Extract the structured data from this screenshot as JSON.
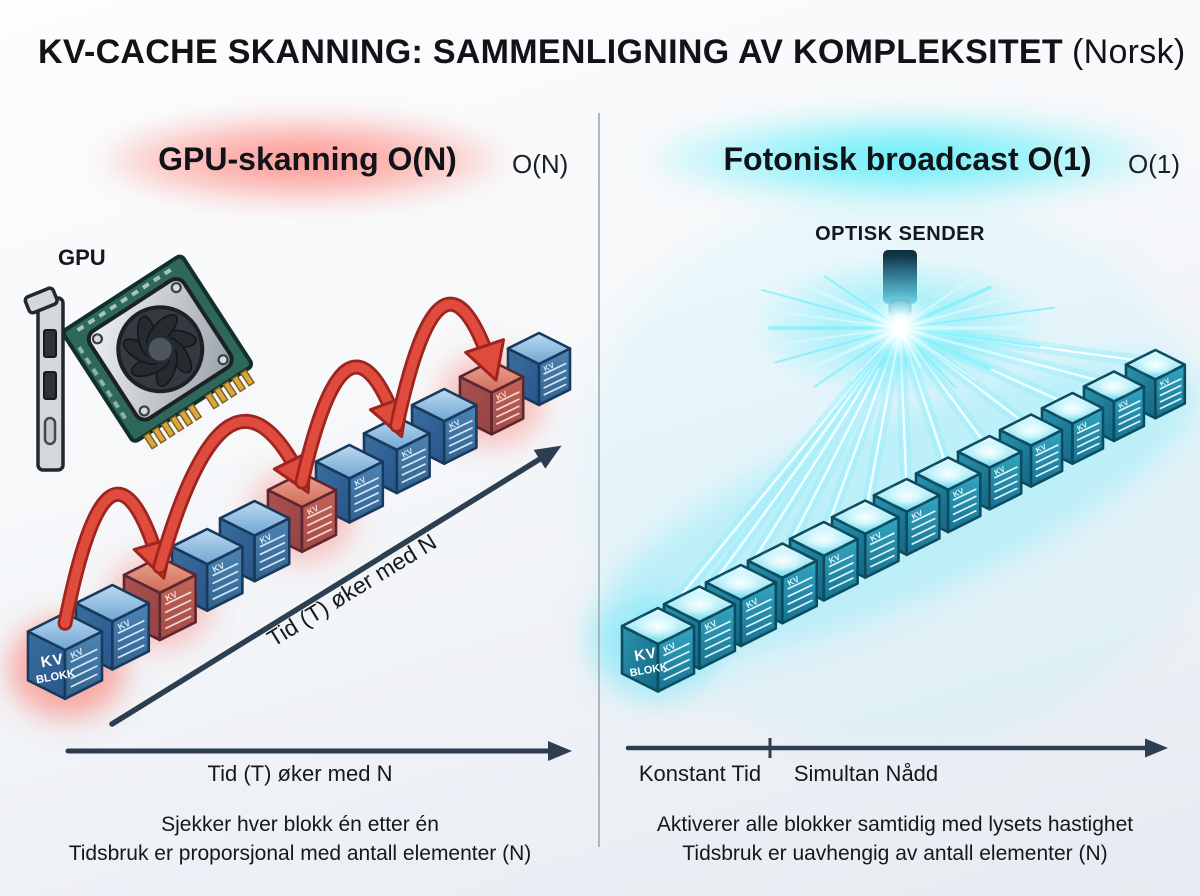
{
  "title": {
    "main": "KV-CACHE SKANNING: SAMMENLIGNING AV KOMPLEKSITET",
    "suffix": "(Norsk)"
  },
  "left_panel": {
    "heading": "GPU-skanning O(N)",
    "complexity_label": "O(N)",
    "gpu_label": "GPU",
    "kv_block_label": {
      "line1": "KV",
      "line2": "BLOKK"
    },
    "diagonal_arrow_label": "Tid (T) øker med N",
    "time_axis_label": "Tid (T) øker med N",
    "caption": [
      "Sjekker hver blokk én etter én",
      "Tidsbruk er proporsjonal med antall elementer (N)"
    ],
    "block_count": 11,
    "highlighted_block_indices": [
      2,
      5,
      9
    ],
    "scan_hops": [
      [
        0,
        2
      ],
      [
        2,
        5
      ],
      [
        5,
        7
      ],
      [
        7,
        9
      ]
    ],
    "accent_color": "#df4b3c",
    "accent_outline": "#9e2420",
    "glow_color": "#ff5c50"
  },
  "right_panel": {
    "heading": "Fotonisk broadcast O(1)",
    "complexity_label": "O(1)",
    "sender_label": "OPTISK SENDER",
    "kv_block_label": {
      "line1": "KV",
      "line2": "BLOKK"
    },
    "time_axis_label_left": "Konstant Tid",
    "time_axis_label_right": "Simultan Nådd",
    "caption": [
      "Aktiverer alle blokker samtidig med lysets hastighet",
      "Tidsbruk er uavhengig av antall elementer (N)"
    ],
    "block_count": 13,
    "accent_color": "#35d9ec",
    "glow_color": "#7deffa"
  },
  "colors": {
    "background_top": "#fdfdfe",
    "background_bottom": "#e7ebf1",
    "axis_arrow": "#2c3e50",
    "divider": "#a6acb4",
    "title_text": "#111317",
    "block_blue": "#2d5f91",
    "block_red": "#a84a48",
    "block_teal": "#1b7f9b",
    "beam": "#7deffa"
  }
}
